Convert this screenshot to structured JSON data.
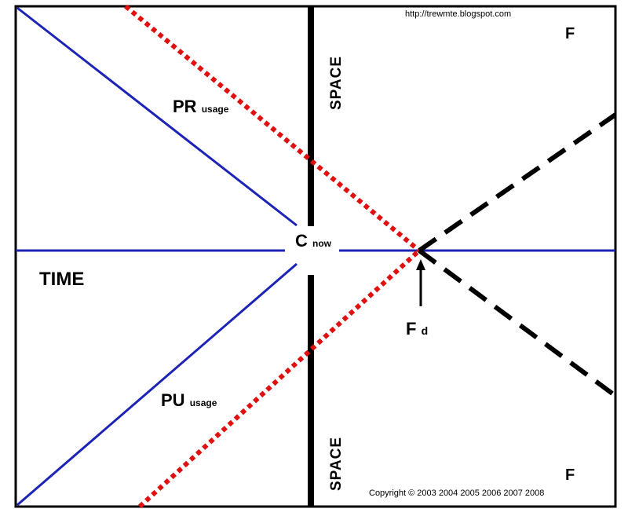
{
  "header": {
    "url": "http://trewmte.blogspot.com"
  },
  "labels": {
    "pr": "PR",
    "pr_sub": "usage",
    "pu": "PU",
    "pu_sub": "usage",
    "c": "C",
    "c_sub": "now",
    "time": "TIME",
    "space_top": "SPACE",
    "space_bottom": "SPACE",
    "f_top": "F",
    "f_bottom": "F",
    "fd": "F",
    "fd_sub": "d"
  },
  "footer": {
    "copyright": "Copyright © 2003 2004 2005 2006 2007 2008"
  },
  "colors": {
    "blue": "#1c23b5",
    "red": "#e01010",
    "black": "#000000"
  }
}
